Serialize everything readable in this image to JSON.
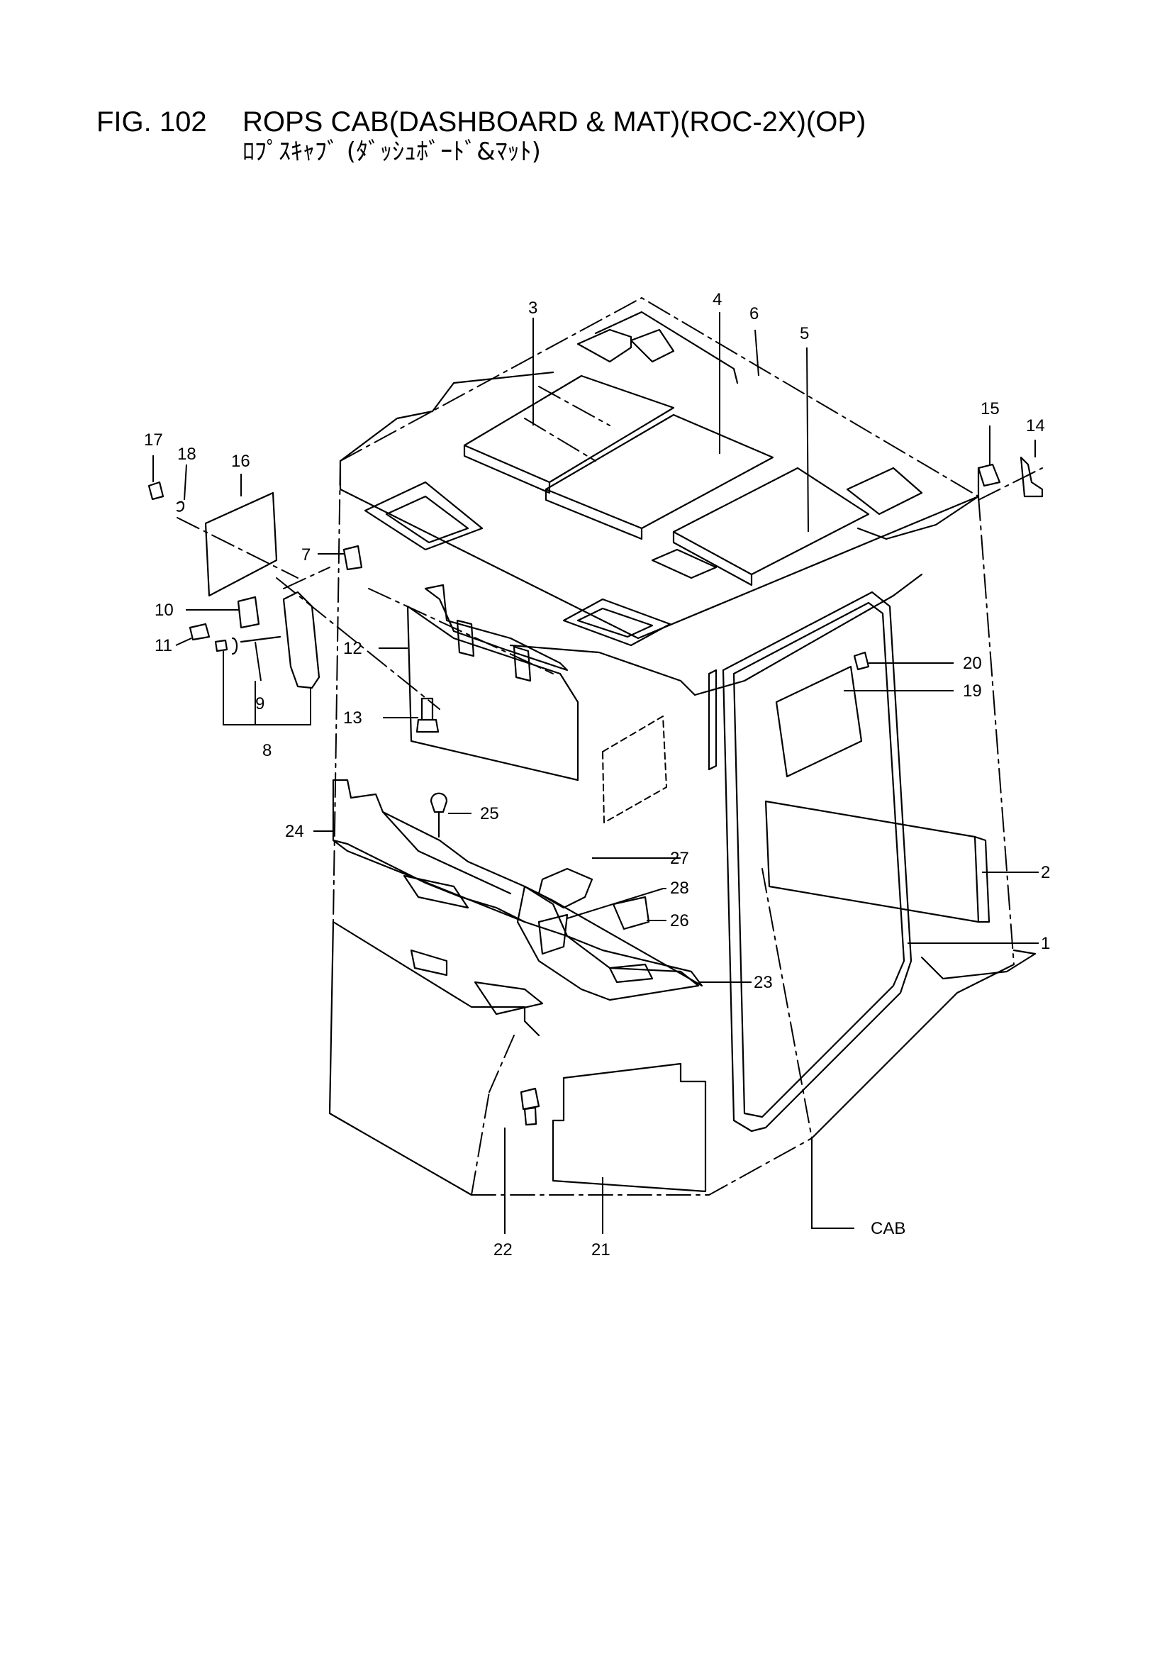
{
  "figure": {
    "number": "FIG. 102",
    "title": "ROPS CAB(DASHBOARD & MAT)(ROC-2X)(OP)",
    "subtitle_jp": "ﾛﾌﾟｽｷｬﾌﾞ (ﾀﾞｯｼｭﾎﾞｰﾄﾞ&ﾏｯﾄ)"
  },
  "callouts": [
    "3",
    "4",
    "6",
    "5",
    "15",
    "14",
    "17",
    "18",
    "16",
    "7",
    "10",
    "11",
    "12",
    "9",
    "8",
    "13",
    "20",
    "19",
    "25",
    "24",
    "27",
    "2",
    "28",
    "26",
    "1",
    "23",
    "CAB",
    "22",
    "21"
  ]
}
